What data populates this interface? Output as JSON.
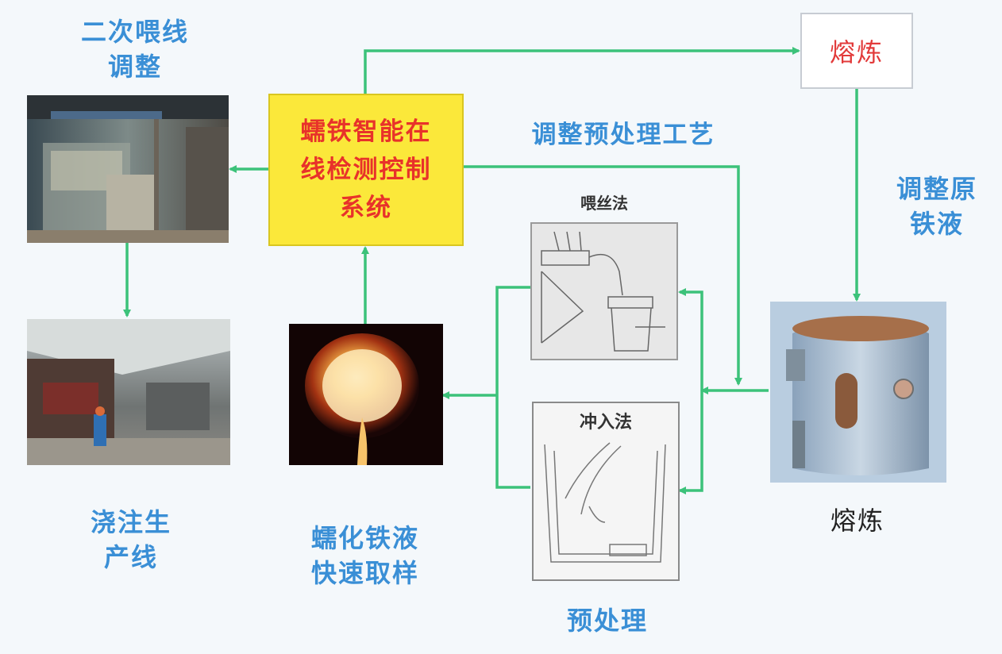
{
  "labels": {
    "secondary_feeding_line_1": "二次喂线",
    "secondary_feeding_line_2": "调整",
    "control_system_1": "蠕铁智能在",
    "control_system_2": "线检测控制",
    "control_system_3": "系统",
    "adjust_pretreatment": "调整预处理工艺",
    "smelting_top": "熔炼",
    "adjust_raw_iron_1": "调整原",
    "adjust_raw_iron_2": "铁液",
    "wire_feeding_method": "喂丝法",
    "pour_in_method": "冲入法",
    "casting_line_1": "浇注生",
    "casting_line_2": "产线",
    "sampling_1": "蠕化铁液",
    "sampling_2": "快速取样",
    "pretreatment": "预处理",
    "smelting_bottom": "熔炼"
  },
  "colors": {
    "label_blue": "#3a8fd6",
    "arrow_green": "#3cc27a",
    "control_box_fill": "#fbe83a",
    "control_text_red": "#e8322a",
    "smelting_red": "#e23a3a"
  },
  "icons": {
    "feeding_photo": "wire-feeding-station-photo",
    "casting_photo": "casting-line-workshop-photo",
    "sampling_photo": "molten-iron-ladle-photo",
    "wire_sketch": "wire-feeding-method-sketch",
    "pour_sketch": "pour-in-method-sketch",
    "furnace_photo": "induction-furnace-photo"
  }
}
